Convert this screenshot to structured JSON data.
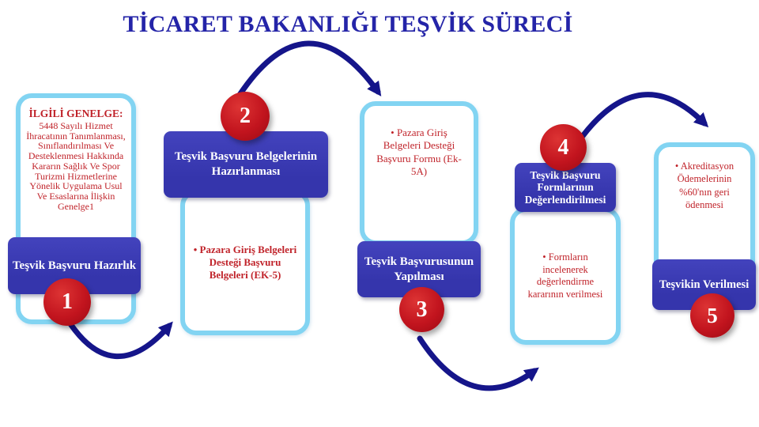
{
  "title": "TİCARET BAKANLIĞI TEŞVİK SÜRECİ",
  "colors": {
    "title_blue": "#2424A8",
    "box_blue": "#3535AC",
    "circle_red": "#C2141E",
    "light_blue_border": "#82D4F2",
    "note_red": "#C0232A",
    "arrow_navy": "#15158A"
  },
  "steps": [
    {
      "number": "1",
      "label": "Teşvik Başvuru Hazırlık",
      "note_header": "İLGİLİ GENELGE:",
      "note": "5448 Sayılı Hizmet İhracatının Tanımlanması, Sınıflandırılması Ve Desteklenmesi Hakkında Kararın Sağlık Ve Spor Turizmi Hizmetlerine Yönelik Uygulama Usul Ve Esaslarına İlişkin Genelge1"
    },
    {
      "number": "2",
      "label": "Teşvik Başvuru Belgelerinin Hazırlanması",
      "note": "• Pazara Giriş Belgeleri Desteği Başvuru Belgeleri (EK-5)"
    },
    {
      "number": "3",
      "label": "Teşvik Başvurusunun Yapılması",
      "note": "• Pazara Giriş Belgeleri Desteği Başvuru Formu (Ek-5A)"
    },
    {
      "number": "4",
      "label": "Teşvik Başvuru Formlarının Değerlendirilmesi",
      "note": "• Formların incelenerek değerlendirme kararının verilmesi"
    },
    {
      "number": "5",
      "label": "Teşvikin Verilmesi",
      "note": "• Akreditasyon Ödemelerinin %60'nın geri ödenmesi"
    }
  ]
}
